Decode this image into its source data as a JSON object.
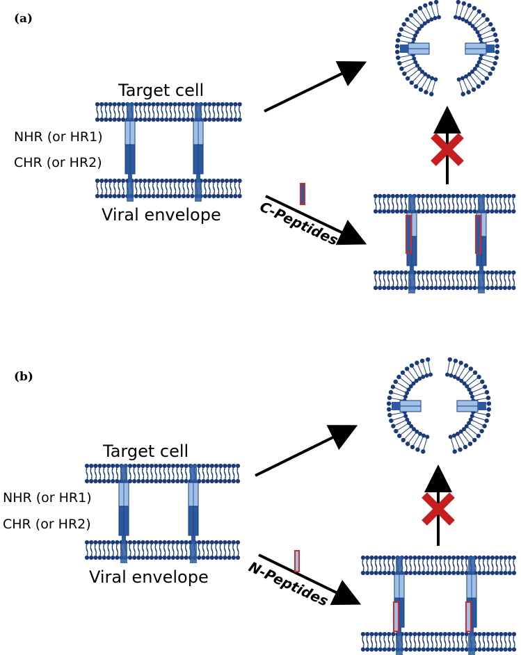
{
  "colors": {
    "membrane": "#1b3a7a",
    "helix_light": "#9fc1e8",
    "helix_dark": "#2c5aa0",
    "peptide": "#cc2b2b",
    "cross": "#c41e1e",
    "arrow": "#000000"
  },
  "panels": [
    {
      "label": "(a)",
      "target_cell_label": "Target cell",
      "nhr_label": "NHR (or HR1)",
      "chr_label": "CHR (or HR2)",
      "viral_envelope_label": "Viral envelope",
      "peptide_label": "C-Peptides",
      "peptide_kind": "c-peptide"
    },
    {
      "label": "(b)",
      "target_cell_label": "Target cell",
      "nhr_label": "NHR (or HR1)",
      "chr_label": "CHR (or HR2)",
      "viral_envelope_label": "Viral envelope",
      "peptide_label": "N-Peptides",
      "peptide_kind": "n-peptide"
    }
  ]
}
